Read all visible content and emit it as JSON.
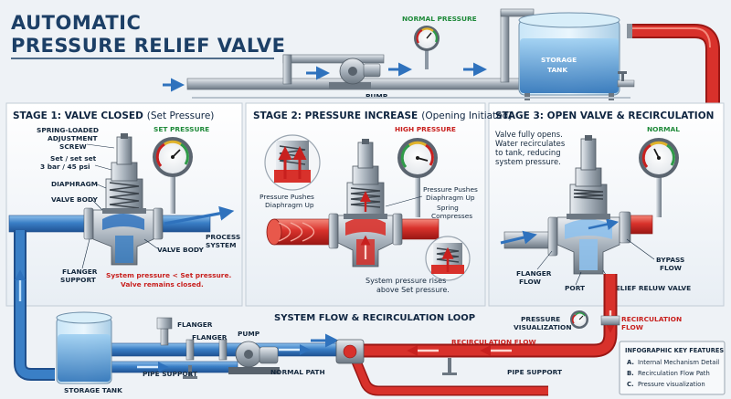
{
  "title": {
    "line1": "AUTOMATIC",
    "line2": "PRESSURE RELIEF VALVE"
  },
  "top": {
    "normal_pressure": "NORMAL PRESSURE",
    "pump": "PUMP",
    "storage_tank": [
      "STORAGE",
      "TANK"
    ]
  },
  "stage1": {
    "title": "STAGE 1: VALVE CLOSED",
    "subtitle": "(Set Pressure)",
    "gauge_label": "SET PRESSURE",
    "labels": {
      "spring": [
        "SPRING-LOADED",
        "ADJUSTMENT",
        "SCREW"
      ],
      "set": [
        "Set / set set",
        "3 bar / 45 psi"
      ],
      "diaphragm": "DIAPHRAGM",
      "valve_body": "VALVE BODY",
      "valve_body2": "VALVE BODY",
      "process": [
        "PROCESS",
        "SYSTEM"
      ],
      "flanger": [
        "FLANGER",
        "SUPPORT"
      ]
    },
    "note": [
      "System pressure < Set pressure.",
      "Valve remains closed."
    ]
  },
  "stage2": {
    "title": "STAGE 2: PRESSURE INCREASE",
    "subtitle": "(Opening Initiated)",
    "gauge_label": "HIGH PRESSURE",
    "labels": {
      "push_left": [
        "Pressure Pushes",
        "Diaphragm Up"
      ],
      "push_right": [
        "Pressure Pushes",
        "Diaphragm Up"
      ],
      "spring": [
        "Spring",
        "Compresses"
      ]
    },
    "note": [
      "System pressure rises",
      "above Set pressure."
    ]
  },
  "stage3": {
    "title": "STAGE 3: OPEN VALVE & RECIRCULATION",
    "gauge_label": "NORMAL",
    "desc": [
      "Valve fully opens.",
      "Water recirculates",
      "to tank, reducing",
      "system pressure."
    ],
    "labels": {
      "flanger": [
        "FLANGER",
        "FLOW"
      ],
      "port": "PORT",
      "relief": "RELIEF RELUW VALVE",
      "bypass": [
        "BYPASS",
        "FLOW"
      ]
    }
  },
  "loop": {
    "title": "SYSTEM FLOW & RECIRCULATION LOOP",
    "flanger1": "FLANGER",
    "flanger2": "FLANGER",
    "pump": "PUMP",
    "pipe_support": "PIPE SUPPORT",
    "normal_path": "NORMAL PATH",
    "storage_tank": "STORAGE TANK",
    "recirc_flow": "RECIRCULATION FLOW",
    "pipe_support2": "PIPE SUPPORT",
    "pressure_vis": [
      "PRESSURE",
      "VISUALIZATION"
    ],
    "recirc_label": [
      "RECIRCULATION",
      "FLOW"
    ]
  },
  "key": {
    "title": "INFOGRAPHIC KEY FEATURES",
    "items": [
      {
        "letter": "A.",
        "text": "Internal Mechanism Detail"
      },
      {
        "letter": "B.",
        "text": "Recirculation Flow Path"
      },
      {
        "letter": "C.",
        "text": "Pressure visualization"
      }
    ]
  },
  "colors": {
    "blue_pipe": "#3a7fc6",
    "red_pipe": "#d8312b",
    "steel": "#8d98a4",
    "title": "#1c3f66"
  }
}
